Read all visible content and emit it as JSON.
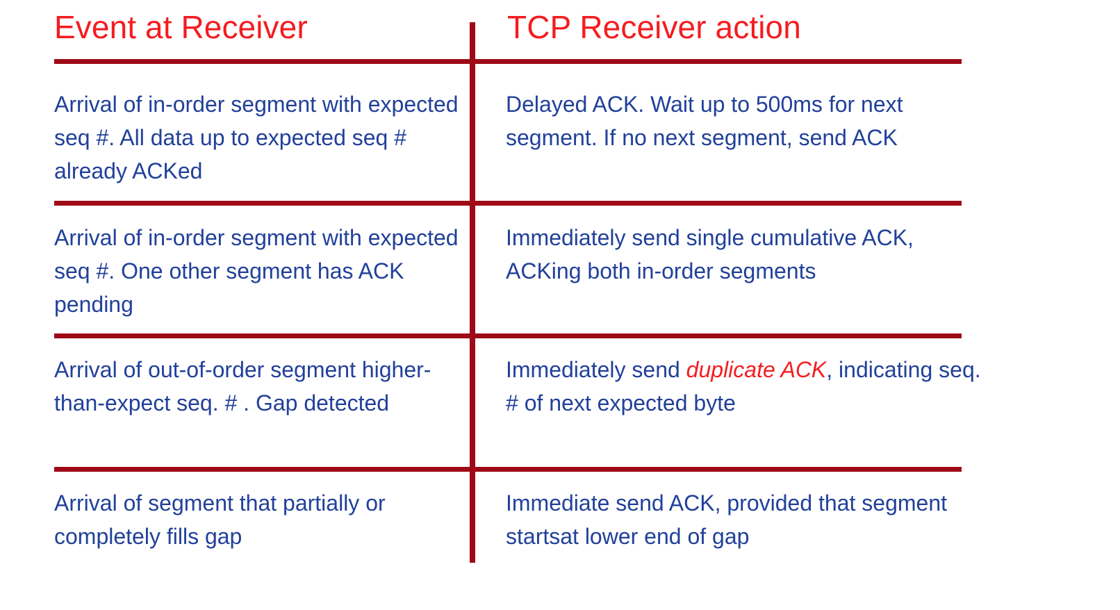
{
  "table": {
    "columns": [
      {
        "label": "Event at Receiver"
      },
      {
        "label": "TCP Receiver action"
      }
    ],
    "rows": [
      {
        "event": "Arrival of in-order segment with expected seq #. All data up to expected seq # already ACKed",
        "action_pre": "Delayed ACK. Wait up to 500ms for next segment. If no next segment, send ACK",
        "action_em": "",
        "action_post": ""
      },
      {
        "event": "Arrival of in-order segment with expected seq #. One other segment has ACK pending",
        "action_pre": "Immediately send single cumulative ACK, ACKing both in-order segments",
        "action_em": "",
        "action_post": ""
      },
      {
        "event": "Arrival of out-of-order segment higher-than-expect seq. # . Gap detected",
        "action_pre": "Immediately send ",
        "action_em": "duplicate ACK",
        "action_post": ", indicating seq. # of next expected byte"
      },
      {
        "event": "Arrival of segment that partially or completely fills gap",
        "action_pre": "Immediate send ACK, provided that segment startsat lower end of gap",
        "action_em": "",
        "action_post": ""
      }
    ]
  },
  "colors": {
    "header_red": "#f41c20",
    "rule_dark_red": "#9e0b17",
    "body_blue": "#21409a",
    "background": "#ffffff"
  }
}
